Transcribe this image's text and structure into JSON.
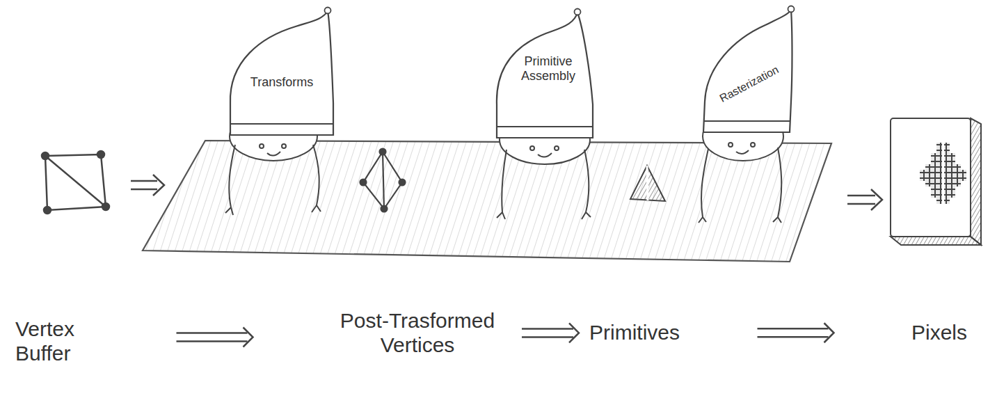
{
  "diagram": {
    "nodes": [
      {
        "text": [
          "Transforms"
        ]
      },
      {
        "text": [
          "Primitive Assembly"
        ]
      },
      {
        "text": [
          "Rasterization"
        ]
      },
      {
        "text": [
          "Vertex Buffer"
        ]
      },
      {
        "text": [
          "Post-Trasformed Vertices"
        ]
      },
      {
        "text": [
          "Primitives"
        ]
      },
      {
        "text": [
          "Pixels"
        ]
      }
    ],
    "edges": [
      {
        "from": 3,
        "to": 4,
        "arrow": "to"
      },
      {
        "from": 4,
        "to": 5,
        "arrow": "to"
      },
      {
        "from": 5,
        "to": 6,
        "arrow": "to"
      }
    ]
  }
}
